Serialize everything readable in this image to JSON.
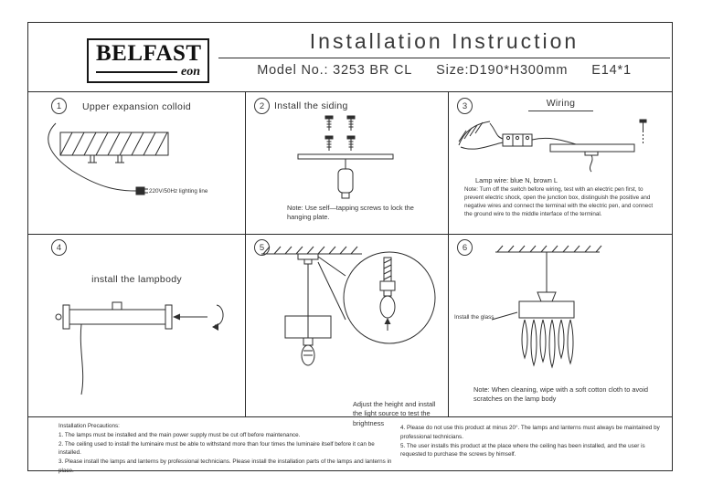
{
  "page": {
    "title": "Installation Instruction",
    "model": "Model No.: 3253 BR CL",
    "size": "Size:D190*H300mm",
    "lamp": "E14*1"
  },
  "logo": {
    "name": "BELFAST",
    "sub": "eon"
  },
  "steps": [
    {
      "number": "1",
      "title": "Upper expansion colloid",
      "caption": "220V/50Hz lighting line"
    },
    {
      "number": "2",
      "title": "Install the siding",
      "note": "Note: Use self—tapping screws to lock the hanging plate."
    },
    {
      "number": "3",
      "title": "Wiring",
      "caption": "Lamp wire: blue N, brown L",
      "note": "Note: Turn off the switch before wiring, test with an electric pen first, to prevent electric shock, open the junction box, distinguish the positive and negative wires and connect the terminal with the electric pen, and connect the ground wire to the middle interface of the terminal."
    },
    {
      "number": "4",
      "title": "install the lampbody"
    },
    {
      "number": "5",
      "note": "Adjust the height and install the light source to test the brightness"
    },
    {
      "number": "6",
      "caption": "Install the glass",
      "note": "Note: When cleaning, wipe with a soft cotton cloth to avoid scratches on the lamp body"
    }
  ],
  "precautions": {
    "title": "Installation Precautions:",
    "items_left": [
      "1. The lamps must be installed and the main power supply must be cut off before maintenance.",
      "2. The ceiling used to install the luminaire must be able to withstand more than four times the luminaire itself before it can be installed.",
      "3. Please install the lamps and lanterns by professional technicians. Please install the installation parts of the lamps and lanterns in place."
    ],
    "items_right": [
      "4. Please do not use this product at minus 20°. The lamps and lanterns must always be maintained by professional technicians.",
      "5. The user installs this product at the place where the ceiling has been installed, and the user is requested to purchase the screws by himself."
    ]
  }
}
